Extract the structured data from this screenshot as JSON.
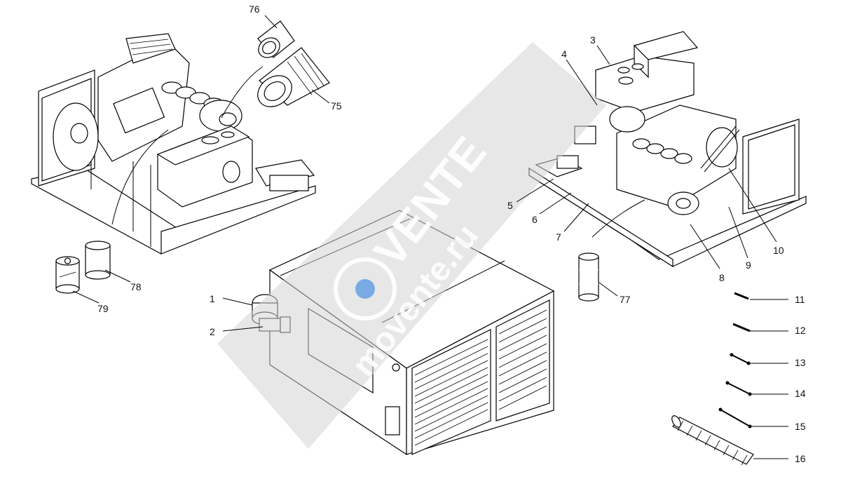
{
  "watermark": {
    "brand": "VENTE",
    "site": "movente.ru",
    "band_color": "#d3d3d3",
    "logo_color": "#4a90e2"
  },
  "callouts": [
    {
      "id": "1",
      "label": "1"
    },
    {
      "id": "2",
      "label": "2"
    },
    {
      "id": "3",
      "label": "3"
    },
    {
      "id": "4",
      "label": "4"
    },
    {
      "id": "5",
      "label": "5"
    },
    {
      "id": "6",
      "label": "6"
    },
    {
      "id": "7",
      "label": "7"
    },
    {
      "id": "8",
      "label": "8"
    },
    {
      "id": "9",
      "label": "9"
    },
    {
      "id": "10",
      "label": "10"
    },
    {
      "id": "11",
      "label": "11"
    },
    {
      "id": "12",
      "label": "12"
    },
    {
      "id": "13",
      "label": "13"
    },
    {
      "id": "14",
      "label": "14"
    },
    {
      "id": "15",
      "label": "15"
    },
    {
      "id": "16",
      "label": "16"
    },
    {
      "id": "75",
      "label": "75"
    },
    {
      "id": "76",
      "label": "76"
    },
    {
      "id": "77",
      "label": "77"
    },
    {
      "id": "78",
      "label": "78"
    },
    {
      "id": "79",
      "label": "79"
    }
  ]
}
